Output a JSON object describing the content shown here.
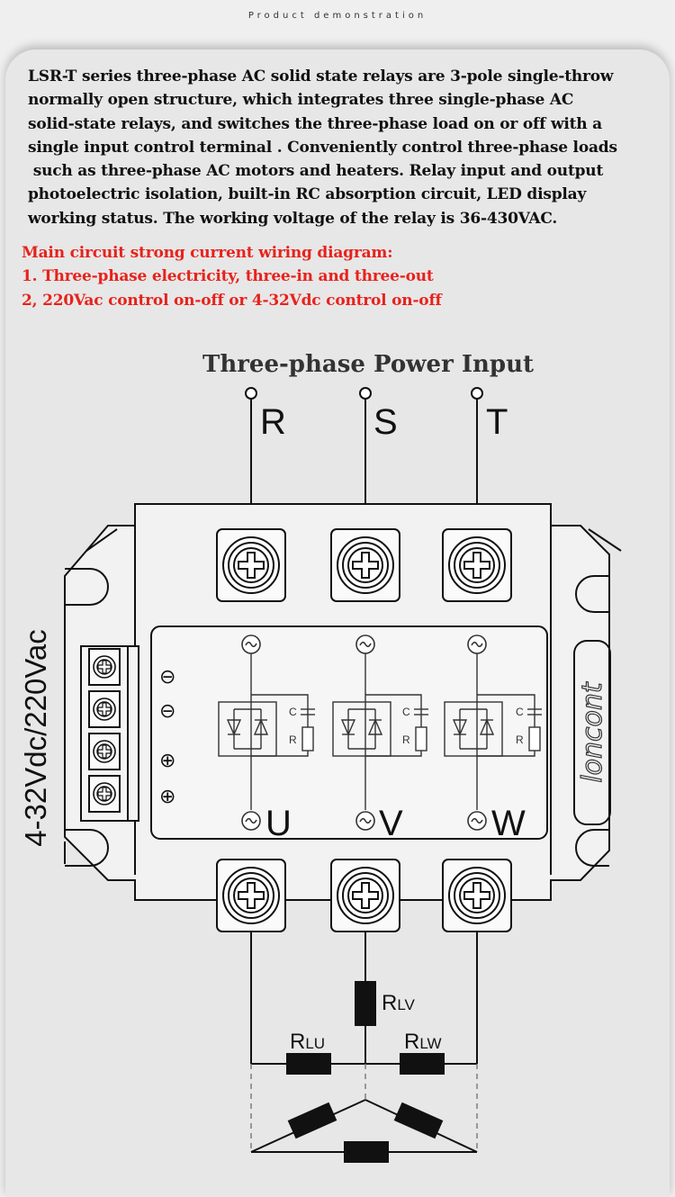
{
  "header": {
    "top_label": "Product demonstration"
  },
  "intro_lines": [
    "LSR-T series three-phase AC solid state relays are 3-pole single-throw",
    "normally open structure, which integrates three single-phase AC",
    "solid-state relays, and switches the three-phase load on or off with a",
    "single input control terminal . Conveniently control three-phase loads",
    " such as three-phase AC motors and heaters. Relay input and output",
    "photoelectric isolation, built-in RC absorption circuit, LED display",
    "working status. The working voltage of the relay is 36-430VAC."
  ],
  "notes": {
    "heading": "Main circuit strong current wiring diagram:",
    "item1": "1. Three-phase electricity, three-in and three-out",
    "item2": "2, 220Vac control on-off or 4-32Vdc control on-off"
  },
  "diagram": {
    "title": "Three-phase Power Input",
    "inputs": [
      "R",
      "S",
      "T"
    ],
    "outputs": [
      "U",
      "V",
      "W"
    ],
    "control_label": "4-32Vdc/220Vac",
    "control_signs": [
      "⊖",
      "⊖",
      "⊕",
      "⊕"
    ],
    "brand": "loncont",
    "rc_c": "C",
    "rc_r": "R",
    "tilde": "~",
    "loads": [
      {
        "main": "R",
        "sub": "LV"
      },
      {
        "main": "R",
        "sub": "LU"
      },
      {
        "main": "R",
        "sub": "LW"
      }
    ]
  },
  "colors": {
    "note_red": "#e8221c",
    "body_black": "#111111",
    "page_bg": "#efefef",
    "card_bg": "#e7e7e7"
  }
}
